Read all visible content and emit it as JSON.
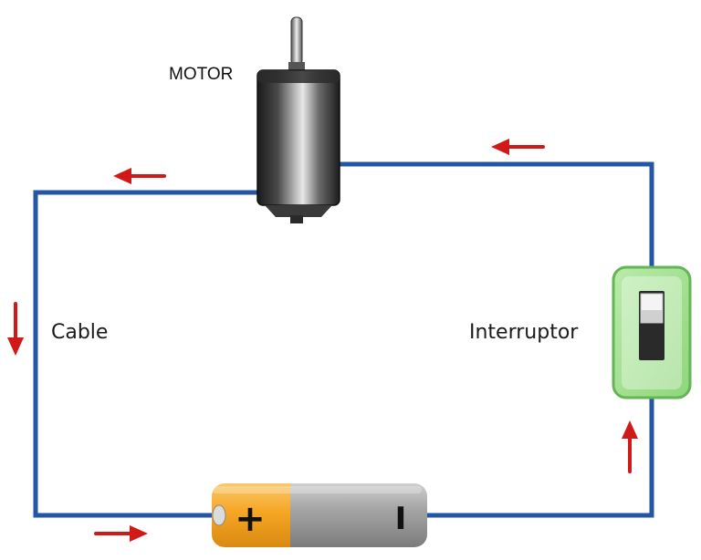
{
  "labels": {
    "motor": "MOTOR",
    "cable": "Cable",
    "switch": "Interruptor",
    "battery_positive": "+",
    "battery_negative": "I"
  },
  "colors": {
    "wire": "#2456a6",
    "arrow": "#d01a1a",
    "switch_body": "#9fde8c",
    "switch_border": "#63b556",
    "battery_positive_cap": "#f5a623",
    "battery_body": "#9d9d9d"
  },
  "current_flow": [
    "motor-to-left-wire",
    "left-wire-down",
    "bottom-wire-right",
    "right-wire-up",
    "top-wire-left"
  ]
}
